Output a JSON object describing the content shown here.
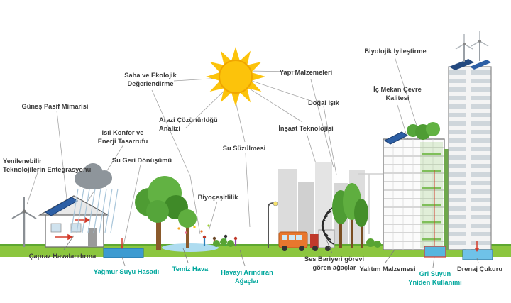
{
  "labels": {
    "gunes_pasif": "Güneş Pasif Mimarisi",
    "saha_ekolojik": [
      "Saha ve Ekolojik",
      "Değerlendirme"
    ],
    "yapi_malzemeleri": "Yapı Malzemeleri",
    "biyolojik": "Biyolojik İyileştirme",
    "ic_mekan": [
      "İç Mekan Çevre",
      "Kalitesi"
    ],
    "dogal_isik": "Doğal Işık",
    "insaat": "İnşaat Teknolojisi",
    "arazi": [
      "Arazi Çözünürlüğü",
      "Analizi"
    ],
    "isil_konfor": [
      "Isıl Konfor ve",
      "Enerji Tasarrufu"
    ],
    "su_geri": "Su Geri Dönüşümü",
    "su_suzulmesi": "Su Süzülmesi",
    "yenilenebilir": [
      "Yenilenebilir",
      "Teknolojilerin Entegrasyonu"
    ],
    "biyocesitlilik": "Biyoçeşitlilik",
    "capraz": "Çapraz Havalandırma",
    "yagmur": "Yağmur Suyu Hasadı",
    "temiz_hava": "Temiz Hava",
    "havayi": [
      "Havayı Arındıran",
      "Ağaçlar"
    ],
    "ses_bariyeri": [
      "Ses Bariyeri görevi",
      "gören ağaçlar"
    ],
    "yalitim": "Yalıtım Malzemesi",
    "gri_su": [
      "Gri Suyun",
      "Yniden Kullanımı"
    ],
    "drenaj": "Drenaj Çukuru"
  },
  "icons": [
    "sun-icon",
    "wind-turbine-icon",
    "rain-cloud-icon",
    "tree-icon",
    "bus-icon",
    "truck-icon",
    "street-lamp-icon",
    "sound-barrier-arcs-icon",
    "mid-building-icon",
    "skyscraper-icon",
    "solar-panel-icon",
    "rain-basin-icon",
    "drainage-pit-icon",
    "greywater-tank-icon",
    "people-icon",
    "city-silhouette-icon",
    "pond-icon",
    "ground"
  ],
  "colors": {
    "label_dark": "#3b3b3b",
    "label_teal": "#00A79D",
    "sun": "#FCC30B",
    "ground_green": "#8CC63F",
    "water_blue": "#3D9BD1",
    "foliage_green": "#4E9C33",
    "accent_red": "#D43B2A",
    "solar_blue": "#2D5FA5"
  }
}
